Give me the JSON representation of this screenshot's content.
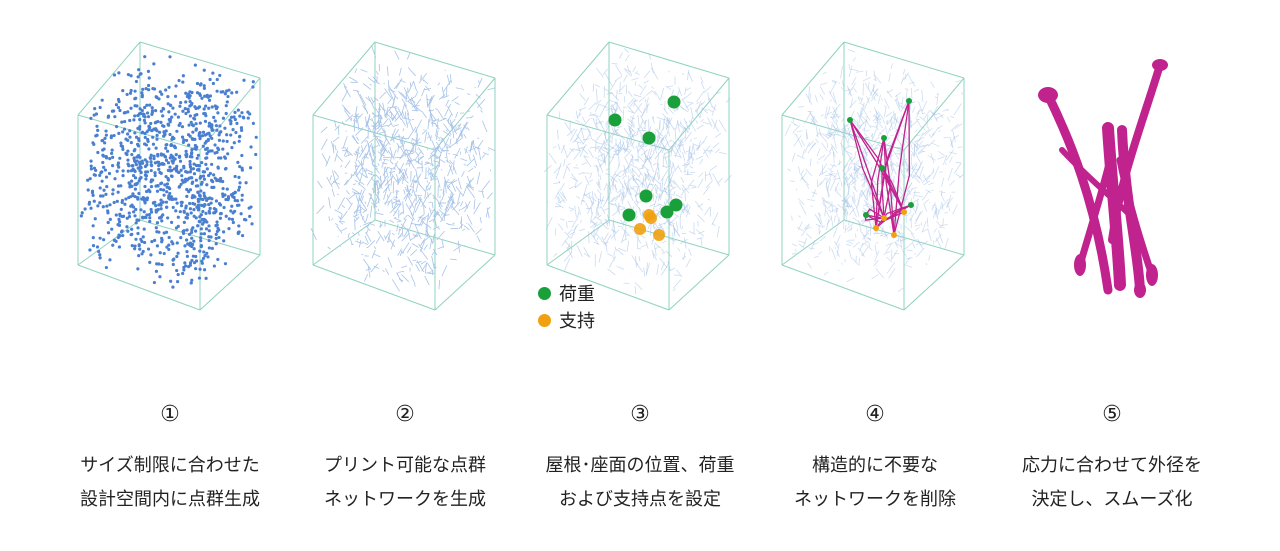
{
  "colors": {
    "frame": "#8fd3bf",
    "points": "#4a7fd0",
    "network": "#a8c4e8",
    "load": "#1aa03a",
    "support": "#f0a010",
    "result": "#c0228e"
  },
  "legend": {
    "load_label": "荷重",
    "support_label": "支持"
  },
  "steps": [
    {
      "number": "①",
      "line1": "サイズ制限に合わせた",
      "line2": "設計空間内に点群生成"
    },
    {
      "number": "②",
      "line1": "プリント可能な点群",
      "line2": "ネットワークを生成"
    },
    {
      "number": "③",
      "line1": "屋根･座面の位置、荷重",
      "line2": "および支持点を設定"
    },
    {
      "number": "④",
      "line1": "構造的に不要な",
      "line2": "ネットワークを削除"
    },
    {
      "number": "⑤",
      "line1": "応力に合わせて外径を",
      "line2": "決定し、スムーズ化"
    }
  ]
}
